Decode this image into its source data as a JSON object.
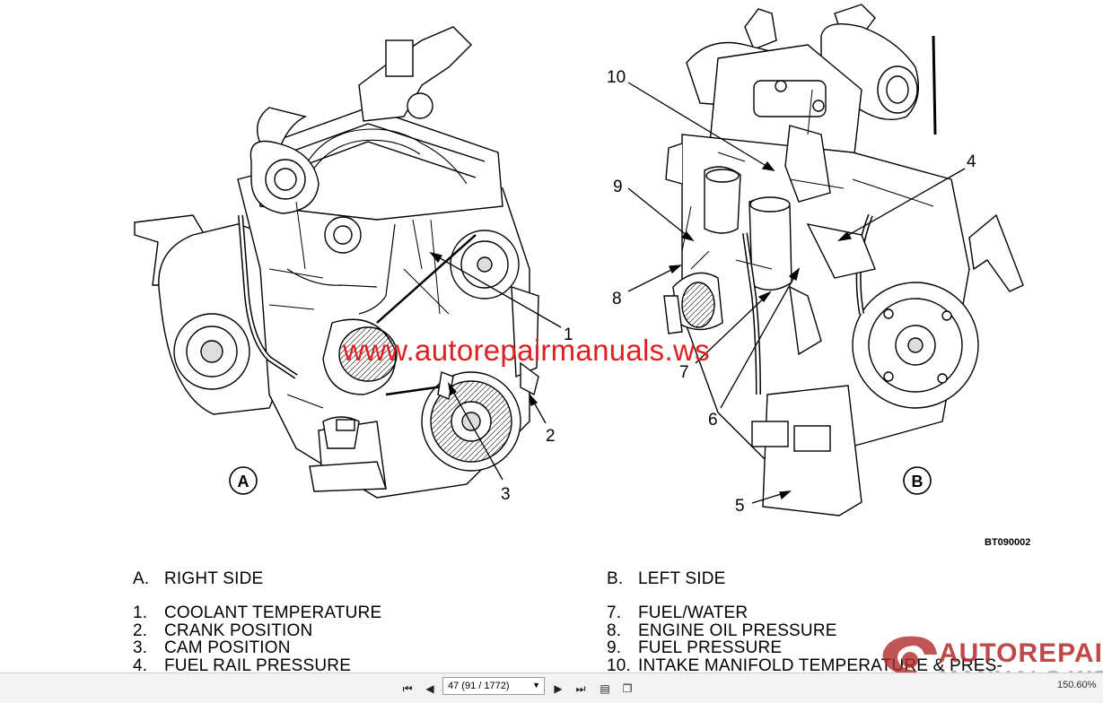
{
  "figure": {
    "callouts_a": [
      "1",
      "2",
      "3"
    ],
    "callouts_b": [
      "4",
      "5",
      "6",
      "7",
      "8",
      "9",
      "10"
    ],
    "label_a": "A",
    "label_b": "B",
    "figure_code": "BT090002"
  },
  "watermark": "www.autorepairmanuals.ws",
  "legend": {
    "a_heading_num": "A.",
    "a_heading": "RIGHT SIDE",
    "b_heading_num": "B.",
    "b_heading": "LEFT SIDE",
    "left_items": [
      {
        "num": "1.",
        "label": "COOLANT TEMPERATURE"
      },
      {
        "num": "2.",
        "label": "CRANK POSITION"
      },
      {
        "num": "3.",
        "label": "CAM POSITION"
      },
      {
        "num": "4.",
        "label": "FUEL RAIL PRESSURE"
      }
    ],
    "right_items": [
      {
        "num": "7.",
        "label": "FUEL/WATER"
      },
      {
        "num": "8.",
        "label": "ENGINE OIL PRESSURE"
      },
      {
        "num": "9.",
        "label": "FUEL PRESSURE"
      },
      {
        "num": "10.",
        "label": "INTAKE MANIFOLD TEMPERATURE & PRES-"
      }
    ]
  },
  "brand": {
    "line1": "AUTOREPAIR",
    "line2": "MANUALS.WS"
  },
  "toolbar": {
    "page_indicator": "47 (91 / 1772)",
    "zoom": "150.60%"
  },
  "colors": {
    "watermark": "#e02020",
    "brand": "#b22a2a"
  }
}
